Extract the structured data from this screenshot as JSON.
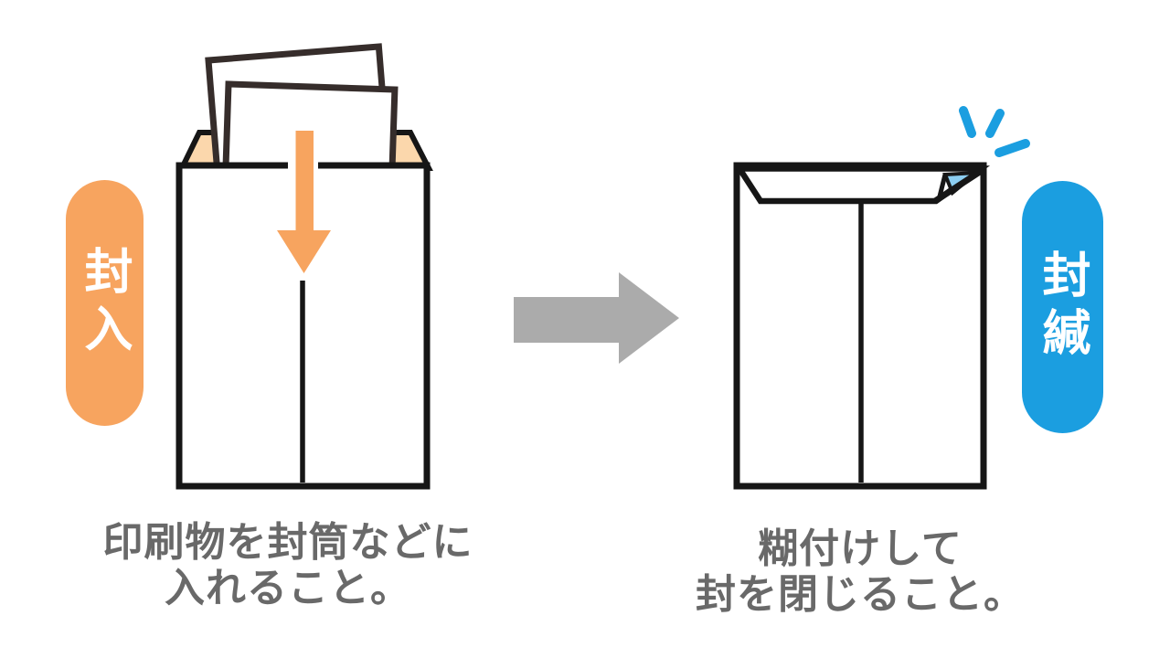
{
  "colors": {
    "orange": "#F7A45F",
    "peach": "#FBD7AC",
    "blue": "#1B9EE0",
    "light-blue": "#8CCEF1",
    "gray-arrow": "#ABABAB",
    "caption-gray": "#696969",
    "line-black": "#161616",
    "paper-stroke": "#362D2B"
  },
  "icons": {
    "insert_arrow": "down-arrow",
    "step_arrow": "right-arrow",
    "seal_sparkle": "sparkle-burst"
  },
  "left_step": {
    "badge_label": "封入",
    "caption_line1": "印刷物を封筒などに",
    "caption_line2": "入れること。"
  },
  "right_step": {
    "badge_label": "封緘",
    "caption_line1": "糊付けして",
    "caption_line2": "封を閉じること。"
  }
}
